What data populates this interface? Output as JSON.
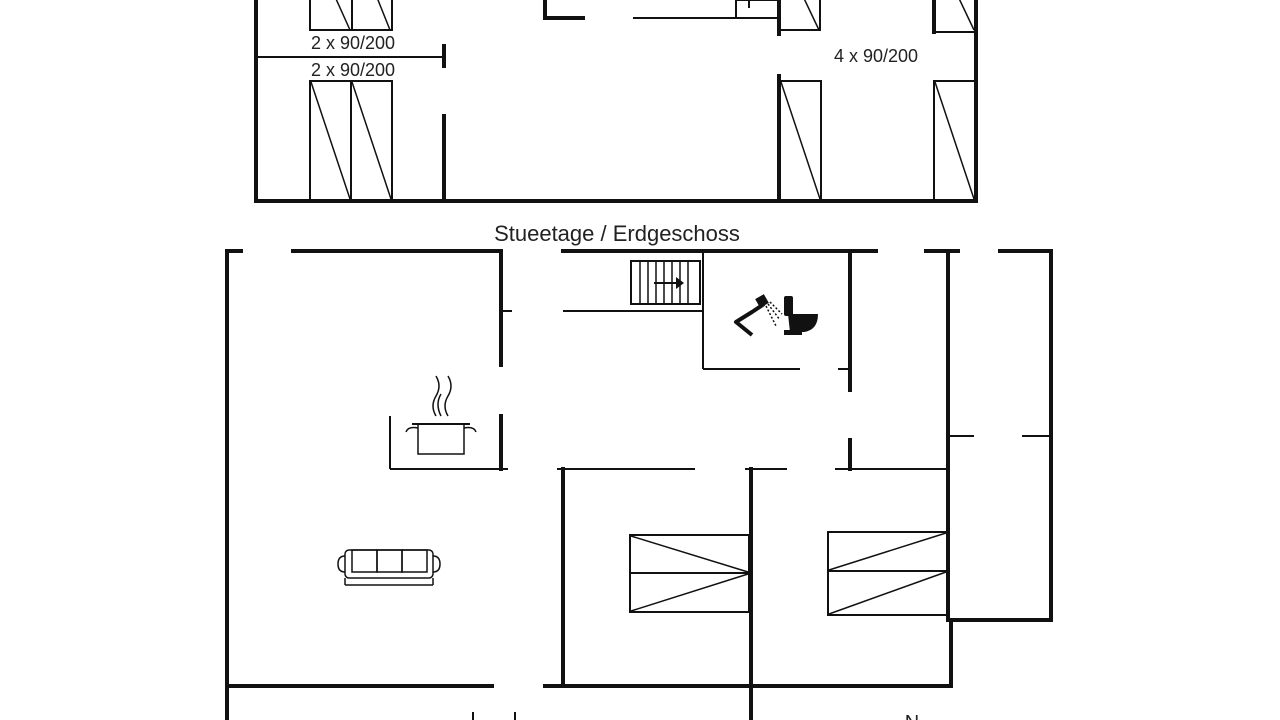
{
  "upper_floor": {
    "bed_label_left_top": "2 x 90/200",
    "bed_label_left_bottom": "2 x 90/200",
    "bed_label_right": "4 x 90/200"
  },
  "ground_floor": {
    "title": "Stueetage / Erdgeschoss"
  },
  "compass": {
    "north_label": "N"
  },
  "colors": {
    "line": "#111111",
    "background": "#ffffff"
  }
}
